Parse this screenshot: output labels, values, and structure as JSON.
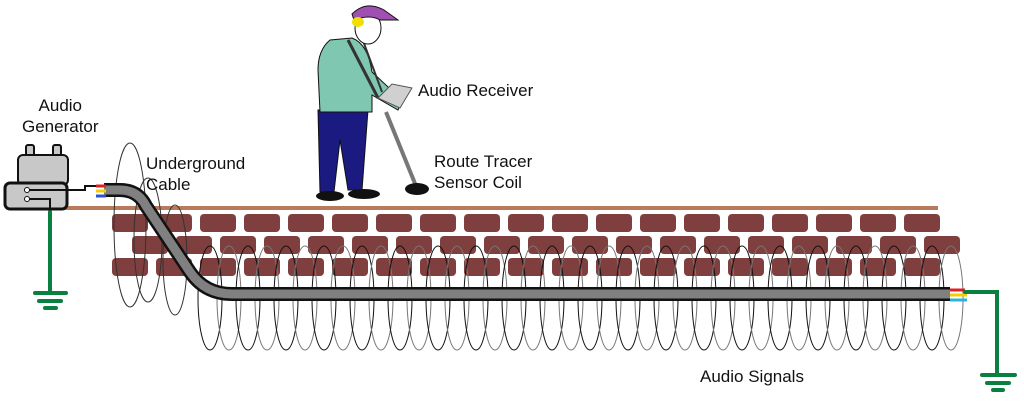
{
  "diagram": {
    "title": "Underground cable route tracing",
    "labels": {
      "audio_generator": [
        "Audio",
        "Generator"
      ],
      "underground_cable": [
        "Underground",
        "Cable"
      ],
      "audio_receiver": "Audio Receiver",
      "route_tracer_sensor_coil": [
        "Route Tracer",
        "Sensor Coil"
      ],
      "audio_signals": "Audio Signals"
    },
    "colors": {
      "ground_line": "#b87a5a",
      "brick": "#7f3f3f",
      "cable_fill": "#808080",
      "cable_outline": "#111111",
      "earth_ground": "#0a8040",
      "wire_red": "#e02020",
      "wire_yellow": "#f0d000",
      "wire_blue": "#3050d0",
      "wire_cyan": "#30b0e0",
      "shirt": "#7fc7b0",
      "pants": "#1a1a80",
      "cap": "#a050b0",
      "earmuff": "#f0e000",
      "generator_body": "#c8c8c8"
    },
    "icons": {
      "generator": "audio-generator-icon",
      "person": "technician-with-receiver-icon",
      "ground_left": "earth-ground-icon",
      "ground_right": "earth-ground-icon"
    }
  }
}
